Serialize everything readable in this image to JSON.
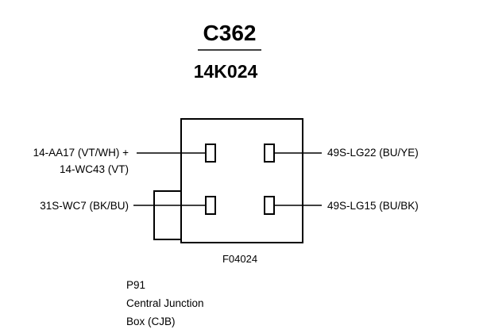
{
  "connector": {
    "id": "C362",
    "part_number": "14K024"
  },
  "wires": {
    "upper_left": [
      "14-AA17 (VT/WH) +",
      "14-WC43 (VT)"
    ],
    "lower_left": "31S-WC7 (BK/BU)",
    "upper_right": "49S-LG22 (BU/YE)",
    "lower_right": "49S-LG15 (BU/BK)"
  },
  "figure_code": "F04024",
  "location": {
    "code": "P91",
    "line1": "Central Junction",
    "line2": "Box (CJB)"
  }
}
